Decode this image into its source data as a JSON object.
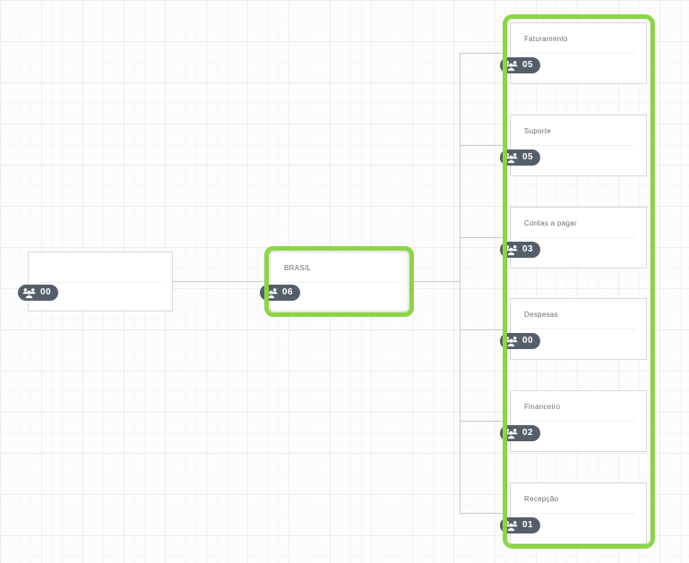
{
  "diagram": {
    "type": "org-chart",
    "accent_color": "#8cd646",
    "badge_color": "#555f6b",
    "card_border_color": "#d8d8d8",
    "connector_color": "#c8c8c8",
    "grid_background": "#fdfdfd"
  },
  "root": {
    "title": "",
    "count": "00",
    "icon": "users-icon",
    "selected": false
  },
  "branch": {
    "title": "BRASIL",
    "count": "06",
    "icon": "users-icon",
    "selected": true
  },
  "departments": [
    {
      "title": "Faturamento",
      "count": "05",
      "icon": "users-icon"
    },
    {
      "title": "Suporte",
      "count": "05",
      "icon": "users-icon"
    },
    {
      "title": "Contas a pagar",
      "count": "03",
      "icon": "users-icon"
    },
    {
      "title": "Despesas",
      "count": "00",
      "icon": "users-icon"
    },
    {
      "title": "Financeiro",
      "count": "02",
      "icon": "users-icon"
    },
    {
      "title": "Recepção",
      "count": "01",
      "icon": "users-icon"
    }
  ],
  "selection": {
    "departments_group_selected": true
  }
}
